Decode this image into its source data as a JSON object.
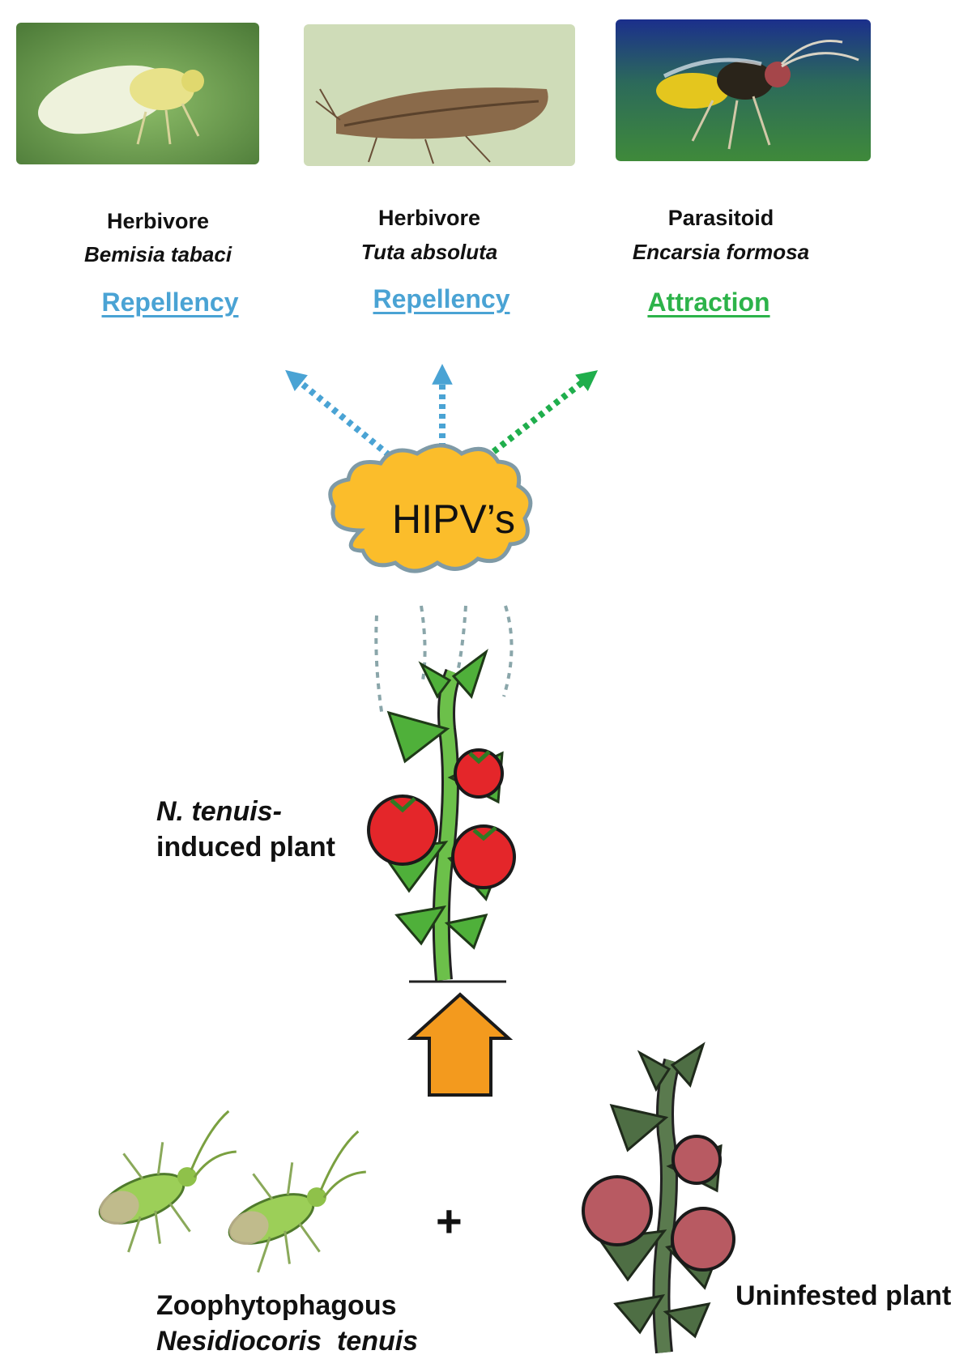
{
  "organisms": [
    {
      "role": "Herbivore",
      "species": "Bemisia tabaci",
      "effect": "Repellency",
      "effect_color": "#4aa3d4",
      "icon": "whitefly-photo"
    },
    {
      "role": "Herbivore",
      "species": "Tuta absoluta",
      "effect": "Repellency",
      "effect_color": "#4aa3d4",
      "icon": "moth-photo"
    },
    {
      "role": "Parasitoid",
      "species": "Encarsia formosa",
      "effect": "Attraction",
      "effect_color": "#2db34a",
      "icon": "wasp-photo"
    }
  ],
  "cloud": {
    "label": "HIPV’s",
    "fill": "#fbbd2b",
    "stroke": "#7f9aa6"
  },
  "induced_plant": {
    "label_line1": "N. tenuis-",
    "label_line2": "induced plant"
  },
  "predator": {
    "label_line1": "Zoophytophagous",
    "label_line2": "Nesidiocoris  tenuis"
  },
  "plus_sign": "+",
  "uninfested_plant": {
    "label": "Uninfested plant"
  },
  "colors": {
    "arrow_blue": "#4aa3d4",
    "arrow_green": "#1fae4c",
    "up_arrow": "#f39a1e",
    "plant_green": "#6cc04a",
    "fruit_red": "#e4262a",
    "dim_plant": "#5a7a4e",
    "dim_fruit": "#b85a62"
  }
}
